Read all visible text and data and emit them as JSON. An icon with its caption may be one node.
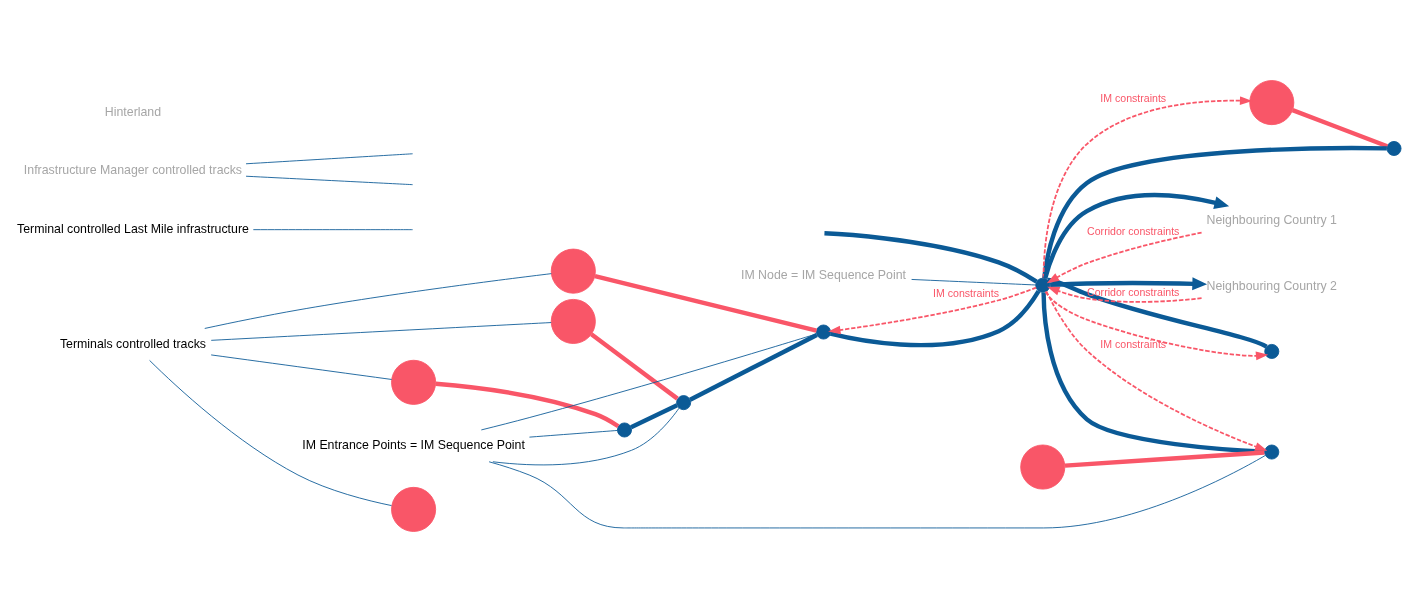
{
  "diagram": {
    "nodes": [
      {
        "text": [
          "Terminals controlled tracks"
        ]
      },
      {
        "text": [],
        "shape": "circle"
      },
      {
        "text": [],
        "shape": "circle"
      },
      {
        "text": [],
        "shape": "circle"
      },
      {
        "text": [],
        "shape": "circle"
      },
      {
        "text": [
          "Terminal controlled Last Mile infrastructure"
        ]
      },
      {
        "text": [
          "IM Entrance Points = IM Sequence Point"
        ]
      },
      {
        "text": [],
        "shape": "circle"
      },
      {
        "text": [],
        "shape": "circle"
      },
      {
        "text": [],
        "shape": "circle"
      },
      {
        "text": [],
        "shape": "circle"
      },
      {
        "text": [],
        "shape": "circle"
      },
      {
        "text": [],
        "shape": "circle"
      },
      {
        "text": [],
        "shape": "circle"
      },
      {
        "text": [],
        "shape": "circle"
      },
      {
        "text": [
          "Infrastructure Manager controlled tracks"
        ]
      },
      {
        "text": [],
        "shape": "circle"
      },
      {
        "text": [
          "Neighbouring Country 1"
        ]
      },
      {
        "text": [
          "Neighbouring Country 2"
        ]
      },
      {
        "text": [
          "IM Node = IM Sequence Point"
        ]
      }
    ],
    "edges": [
      {
        "from": 0,
        "to": 1,
        "arrow": "none"
      },
      {
        "from": 0,
        "to": 2,
        "arrow": "none"
      },
      {
        "from": 0,
        "to": 3,
        "arrow": "none"
      },
      {
        "from": 0,
        "to": 4,
        "arrow": "none"
      },
      {
        "from": 5,
        "to": null,
        "arrow": "none"
      },
      {
        "from": 6,
        "to": 7,
        "arrow": "none"
      },
      {
        "from": 6,
        "to": 8,
        "arrow": "none"
      },
      {
        "from": 6,
        "to": 9,
        "arrow": "none"
      },
      {
        "from": 6,
        "to": 11,
        "arrow": "none"
      },
      {
        "from": 15,
        "to": null,
        "arrow": "none"
      },
      {
        "from": 15,
        "to": null,
        "arrow": "none"
      },
      {
        "from": 19,
        "to": 16,
        "arrow": "none"
      },
      {
        "from": 1,
        "to": 7,
        "arrow": "none",
        "style": "thick",
        "color": "#f95668"
      },
      {
        "from": 2,
        "to": 8,
        "arrow": "none",
        "style": "thick",
        "color": "#f95668"
      },
      {
        "from": 3,
        "to": 9,
        "arrow": "none",
        "style": "thick",
        "color": "#f95668"
      },
      {
        "from": 12,
        "to": 11,
        "arrow": "none",
        "style": "thick",
        "color": "#f95668"
      },
      {
        "from": 14,
        "to": 13,
        "arrow": "none",
        "style": "thick",
        "color": "#f95668"
      },
      {
        "from": 7,
        "to": 8,
        "arrow": "none",
        "style": "thick"
      },
      {
        "from": 8,
        "to": 9,
        "arrow": "none",
        "style": "thick"
      },
      {
        "from": 9,
        "to": 16,
        "arrow": "none",
        "style": "thick"
      },
      {
        "from": 10,
        "to": 16,
        "arrow": "none",
        "style": "thick"
      },
      {
        "from": 11,
        "to": 16,
        "arrow": "none",
        "style": "thick"
      },
      {
        "from": 16,
        "to": 13,
        "arrow": "none",
        "style": "thick"
      },
      {
        "from": null,
        "to": 16,
        "arrow": "none",
        "style": "thick"
      },
      {
        "from": 16,
        "to": 17,
        "arrow": "to",
        "style": "thick"
      },
      {
        "from": 16,
        "to": 18,
        "arrow": "to",
        "style": "thick"
      },
      {
        "from": 16,
        "to": 10,
        "arrow": "to",
        "style": "dashed",
        "color": "#f95668"
      },
      {
        "from": 16,
        "to": 9,
        "arrow": "to",
        "style": "dashed",
        "color": "#f95668",
        "label": "IM constraints"
      },
      {
        "from": 16,
        "to": 11,
        "arrow": "to",
        "style": "dashed",
        "color": "#f95668",
        "label": "IM constraints"
      },
      {
        "from": 16,
        "to": 14,
        "arrow": "to",
        "style": "dashed",
        "color": "#f95668",
        "label": "IM constraints"
      },
      {
        "from": 17,
        "to": 16,
        "arrow": "to",
        "style": "dashed",
        "color": "#f95668",
        "label": "Corridor constraints"
      },
      {
        "from": 18,
        "to": 16,
        "arrow": "to",
        "style": "dashed",
        "color": "#f95668",
        "label": "Corridor constraints"
      }
    ],
    "labels": [
      "Hinterland"
    ]
  }
}
